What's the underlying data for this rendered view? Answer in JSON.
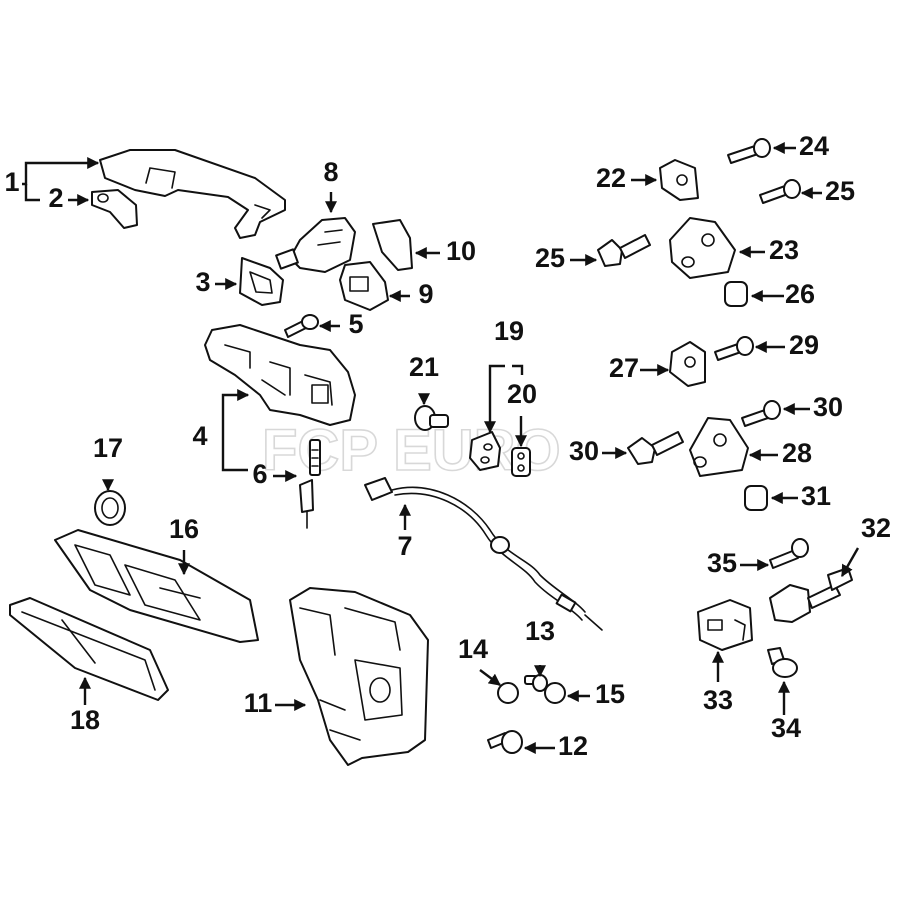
{
  "watermark": "FCP EURO",
  "callouts": [
    {
      "id": "c1",
      "label": "1"
    },
    {
      "id": "c2",
      "label": "2"
    },
    {
      "id": "c3",
      "label": "3"
    },
    {
      "id": "c4",
      "label": "4"
    },
    {
      "id": "c5",
      "label": "5"
    },
    {
      "id": "c6",
      "label": "6"
    },
    {
      "id": "c7",
      "label": "7"
    },
    {
      "id": "c8",
      "label": "8"
    },
    {
      "id": "c9",
      "label": "9"
    },
    {
      "id": "c10",
      "label": "10"
    },
    {
      "id": "c11",
      "label": "11"
    },
    {
      "id": "c12",
      "label": "12"
    },
    {
      "id": "c13",
      "label": "13"
    },
    {
      "id": "c14",
      "label": "14"
    },
    {
      "id": "c15",
      "label": "15"
    },
    {
      "id": "c16",
      "label": "16"
    },
    {
      "id": "c17",
      "label": "17"
    },
    {
      "id": "c18",
      "label": "18"
    },
    {
      "id": "c19",
      "label": "19"
    },
    {
      "id": "c20",
      "label": "20"
    },
    {
      "id": "c21",
      "label": "21"
    },
    {
      "id": "c22",
      "label": "22"
    },
    {
      "id": "c23",
      "label": "23"
    },
    {
      "id": "c24",
      "label": "24"
    },
    {
      "id": "c25a",
      "label": "25"
    },
    {
      "id": "c25b",
      "label": "25"
    },
    {
      "id": "c26",
      "label": "26"
    },
    {
      "id": "c27",
      "label": "27"
    },
    {
      "id": "c28",
      "label": "28"
    },
    {
      "id": "c29",
      "label": "29"
    },
    {
      "id": "c30a",
      "label": "30"
    },
    {
      "id": "c30b",
      "label": "30"
    },
    {
      "id": "c31",
      "label": "31"
    },
    {
      "id": "c32",
      "label": "32"
    },
    {
      "id": "c33",
      "label": "33"
    },
    {
      "id": "c34",
      "label": "34"
    },
    {
      "id": "c35",
      "label": "35"
    }
  ]
}
